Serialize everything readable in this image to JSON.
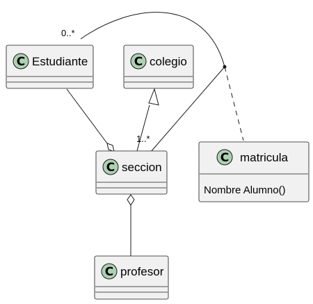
{
  "classes": {
    "estudiante": {
      "badge": "C",
      "name": "Estudiante"
    },
    "colegio": {
      "badge": "C",
      "name": "colegio"
    },
    "seccion": {
      "badge": "C",
      "name": "seccion"
    },
    "matricula": {
      "badge": "C",
      "name": "matricula",
      "method": "Nombre Alumno()"
    },
    "profesor": {
      "badge": "C",
      "name": "profesor"
    }
  },
  "multiplicities": {
    "estudiante_end": "0..*",
    "seccion_end": "1..*"
  },
  "colors": {
    "class_fill": "#f1f1f1",
    "badge_fill": "#add1b2",
    "stroke": "#181818"
  }
}
